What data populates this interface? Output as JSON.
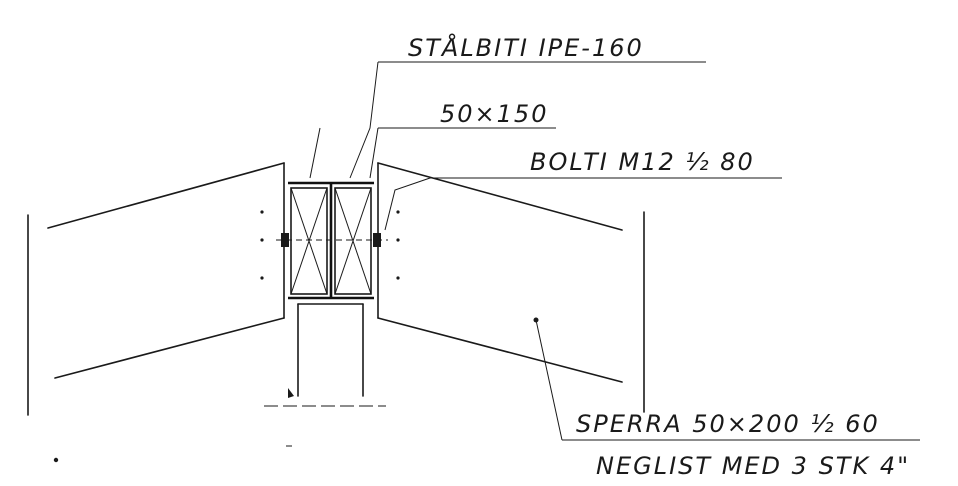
{
  "labels": {
    "beam": "STÅLBITI IPE-160",
    "wood": "50×150",
    "bolts": "BOLTI M12 ½ 80",
    "rafter_line1": "SPERRA 50×200 ½ 60",
    "rafter_line2": "NEGLIST MED 3 STK 4\""
  }
}
